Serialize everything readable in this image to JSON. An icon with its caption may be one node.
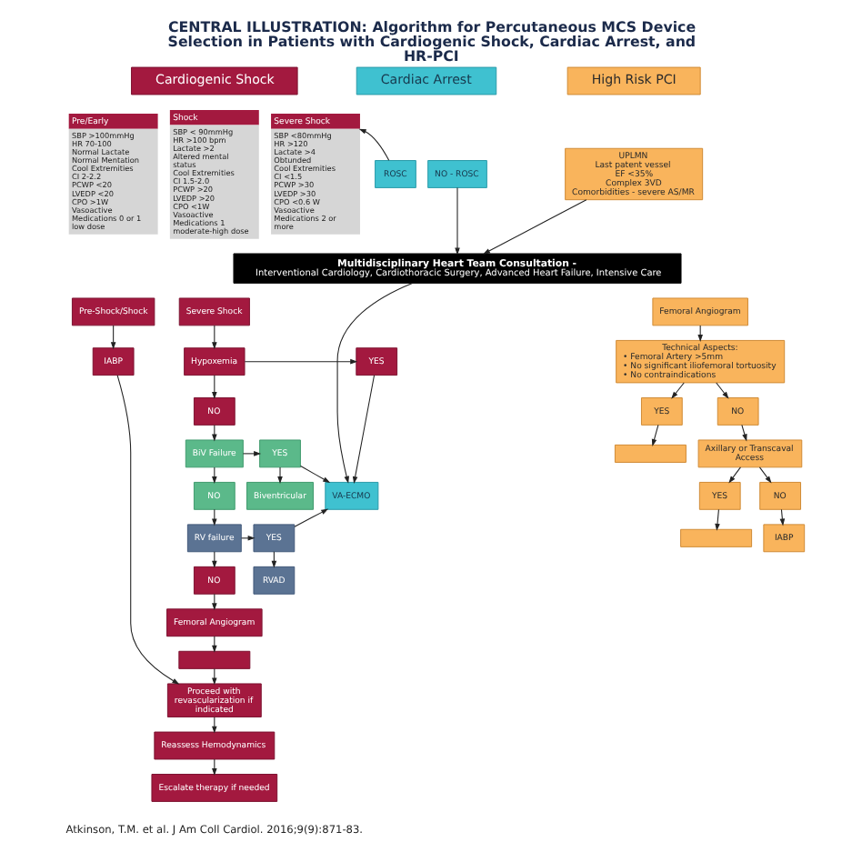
{
  "diagram": {
    "title": "CENTRAL ILLUSTRATION: Algorithm for Percutaneous MCS Device Selection in Patients with Cardiogenic Shock, Cardiac Arrest, and HR-PCI",
    "caption": "Atkinson, T.M. et al. J Am Coll Cardiol. 2016;9(9):871-83.",
    "nodes": [
      {
        "text": [
          "Cardiogenic Shock"
        ]
      },
      {
        "text": [
          "Cardiac Arrest"
        ]
      },
      {
        "text": [
          "High Risk PCI"
        ]
      },
      {
        "text": [
          "Pre/Early",
          "SBP >100mmHg",
          "HR 70-100",
          "Normal Lactate",
          "Normal Mentation",
          "Cool Extremities",
          "CI 2-2.2",
          "PCWP <20",
          "LVEDP <20",
          "CPO >1W",
          "Vasoactive Medications 0 or 1 low dose"
        ]
      },
      {
        "text": [
          "Shock",
          "SBP < 90mmHg",
          "HR >100 bpm",
          "Lactate >2",
          "Altered mental status",
          "Cool Extremities",
          "CI 1.5-2.0",
          "PCWP >20",
          "LVEDP >20",
          "CPO <1W",
          "Vasoactive Medications 1 moderate-high dose"
        ]
      },
      {
        "text": [
          "Severe Shock",
          "SBP <80mmHg",
          "HR >120",
          "Lactate >4",
          "Obtunded",
          "Cool Extremities",
          "CI <1.5",
          "PCWP >30",
          "LVEDP >30",
          "CPO <0.6 W",
          "Vasoactive Medications 2 or more"
        ]
      },
      {
        "text": [
          "ROSC"
        ]
      },
      {
        "text": [
          "NO - ROSC"
        ]
      },
      {
        "text": [
          "UPLMN",
          "Last patent vessel",
          "EF <35%",
          "Complex 3VD",
          "Comorbidities - severe AS/MR"
        ]
      },
      {
        "text": [
          "Multidisciplinary Heart Team Consultation -",
          "Interventional Cardiology, Cardiothoracic Surgery, Advanced Heart Failure, Intensive Care"
        ]
      },
      {
        "text": [
          "Pre-Shock/Shock"
        ]
      },
      {
        "text": [
          "Severe Shock"
        ]
      },
      {
        "text": [
          "Femoral Angiogram"
        ]
      },
      {
        "text": [
          "Hypoxemia"
        ]
      },
      {
        "text": [
          "YES"
        ]
      },
      {
        "text": [
          "IABP"
        ]
      },
      {
        "text": [
          "VA-ECMO"
        ]
      },
      {
        "text": [
          "Technical Aspects:",
          "• Femoral Artery >5mm",
          "• No significant iliofemoral tortuosity",
          "• No contraindications"
        ]
      },
      {
        "text": [
          "NO"
        ]
      },
      {
        "text": [
          "BiV Failure"
        ]
      },
      {
        "text": [
          "YES"
        ]
      },
      {
        "text": [
          "Biventricular"
        ]
      },
      {
        "text": [
          "NO"
        ]
      },
      {
        "text": [
          "YES"
        ]
      },
      {
        "text": [
          "NO"
        ]
      },
      {
        "text": [
          "RV failure"
        ]
      },
      {
        "text": [
          "YES"
        ]
      },
      {
        "text": [],
        "shape": "box"
      },
      {
        "text": [
          "Axillary or Transcaval Access"
        ]
      },
      {
        "text": [
          "NO"
        ]
      },
      {
        "text": [
          "RVAD"
        ]
      },
      {
        "text": [
          "Femoral Angiogram"
        ]
      },
      {
        "text": [
          "YES"
        ]
      },
      {
        "text": [
          "NO"
        ]
      },
      {
        "text": [],
        "shape": "box"
      },
      {
        "text": [],
        "shape": "box"
      },
      {
        "text": [
          "IABP"
        ]
      },
      {
        "text": [
          "Proceed with revascularization if indicated"
        ]
      },
      {
        "text": [
          "Reassess Hemodynamics"
        ]
      },
      {
        "text": [
          "Escalate therapy if needed"
        ]
      }
    ],
    "edges": [
      {
        "from": 6,
        "to": 5,
        "arrow": "to"
      },
      {
        "from": 7,
        "to": 9,
        "arrow": "to"
      },
      {
        "from": 8,
        "to": 9,
        "arrow": "to"
      },
      {
        "from": 9,
        "to": 16,
        "arrow": "to"
      },
      {
        "from": 10,
        "to": 15,
        "arrow": "to"
      },
      {
        "from": 15,
        "to": 37,
        "arrow": "to"
      },
      {
        "from": 11,
        "to": 13,
        "arrow": "to"
      },
      {
        "from": 13,
        "to": 14,
        "arrow": "to"
      },
      {
        "from": 14,
        "to": 16,
        "arrow": "to"
      },
      {
        "from": 13,
        "to": 18,
        "arrow": "to"
      },
      {
        "from": 18,
        "to": 19,
        "arrow": "to"
      },
      {
        "from": 19,
        "to": 20,
        "arrow": "to"
      },
      {
        "from": 20,
        "to": 16,
        "arrow": "to"
      },
      {
        "from": 20,
        "to": 21,
        "arrow": "to"
      },
      {
        "from": 19,
        "to": 22,
        "arrow": "to"
      },
      {
        "from": 22,
        "to": 25,
        "arrow": "to"
      },
      {
        "from": 25,
        "to": 26,
        "arrow": "to"
      },
      {
        "from": 26,
        "to": 16,
        "arrow": "to"
      },
      {
        "from": 26,
        "to": 30,
        "arrow": "to"
      },
      {
        "from": 25,
        "to": 29,
        "arrow": "to"
      },
      {
        "from": 29,
        "to": 31,
        "arrow": "to"
      },
      {
        "from": 31,
        "to": 34,
        "arrow": "to"
      },
      {
        "from": 34,
        "to": 37,
        "arrow": "to"
      },
      {
        "from": 37,
        "to": 38,
        "arrow": "to"
      },
      {
        "from": 38,
        "to": 39,
        "arrow": "to"
      },
      {
        "from": 12,
        "to": 17,
        "arrow": "to"
      },
      {
        "from": 17,
        "to": 23,
        "arrow": "to"
      },
      {
        "from": 17,
        "to": 24,
        "arrow": "to"
      },
      {
        "from": 23,
        "to": 27,
        "arrow": "to"
      },
      {
        "from": 24,
        "to": 28,
        "arrow": "to"
      },
      {
        "from": 28,
        "to": 32,
        "arrow": "to"
      },
      {
        "from": 28,
        "to": 33,
        "arrow": "to"
      },
      {
        "from": 32,
        "to": 35,
        "arrow": "to"
      },
      {
        "from": 33,
        "to": 36,
        "arrow": "to"
      }
    ]
  }
}
